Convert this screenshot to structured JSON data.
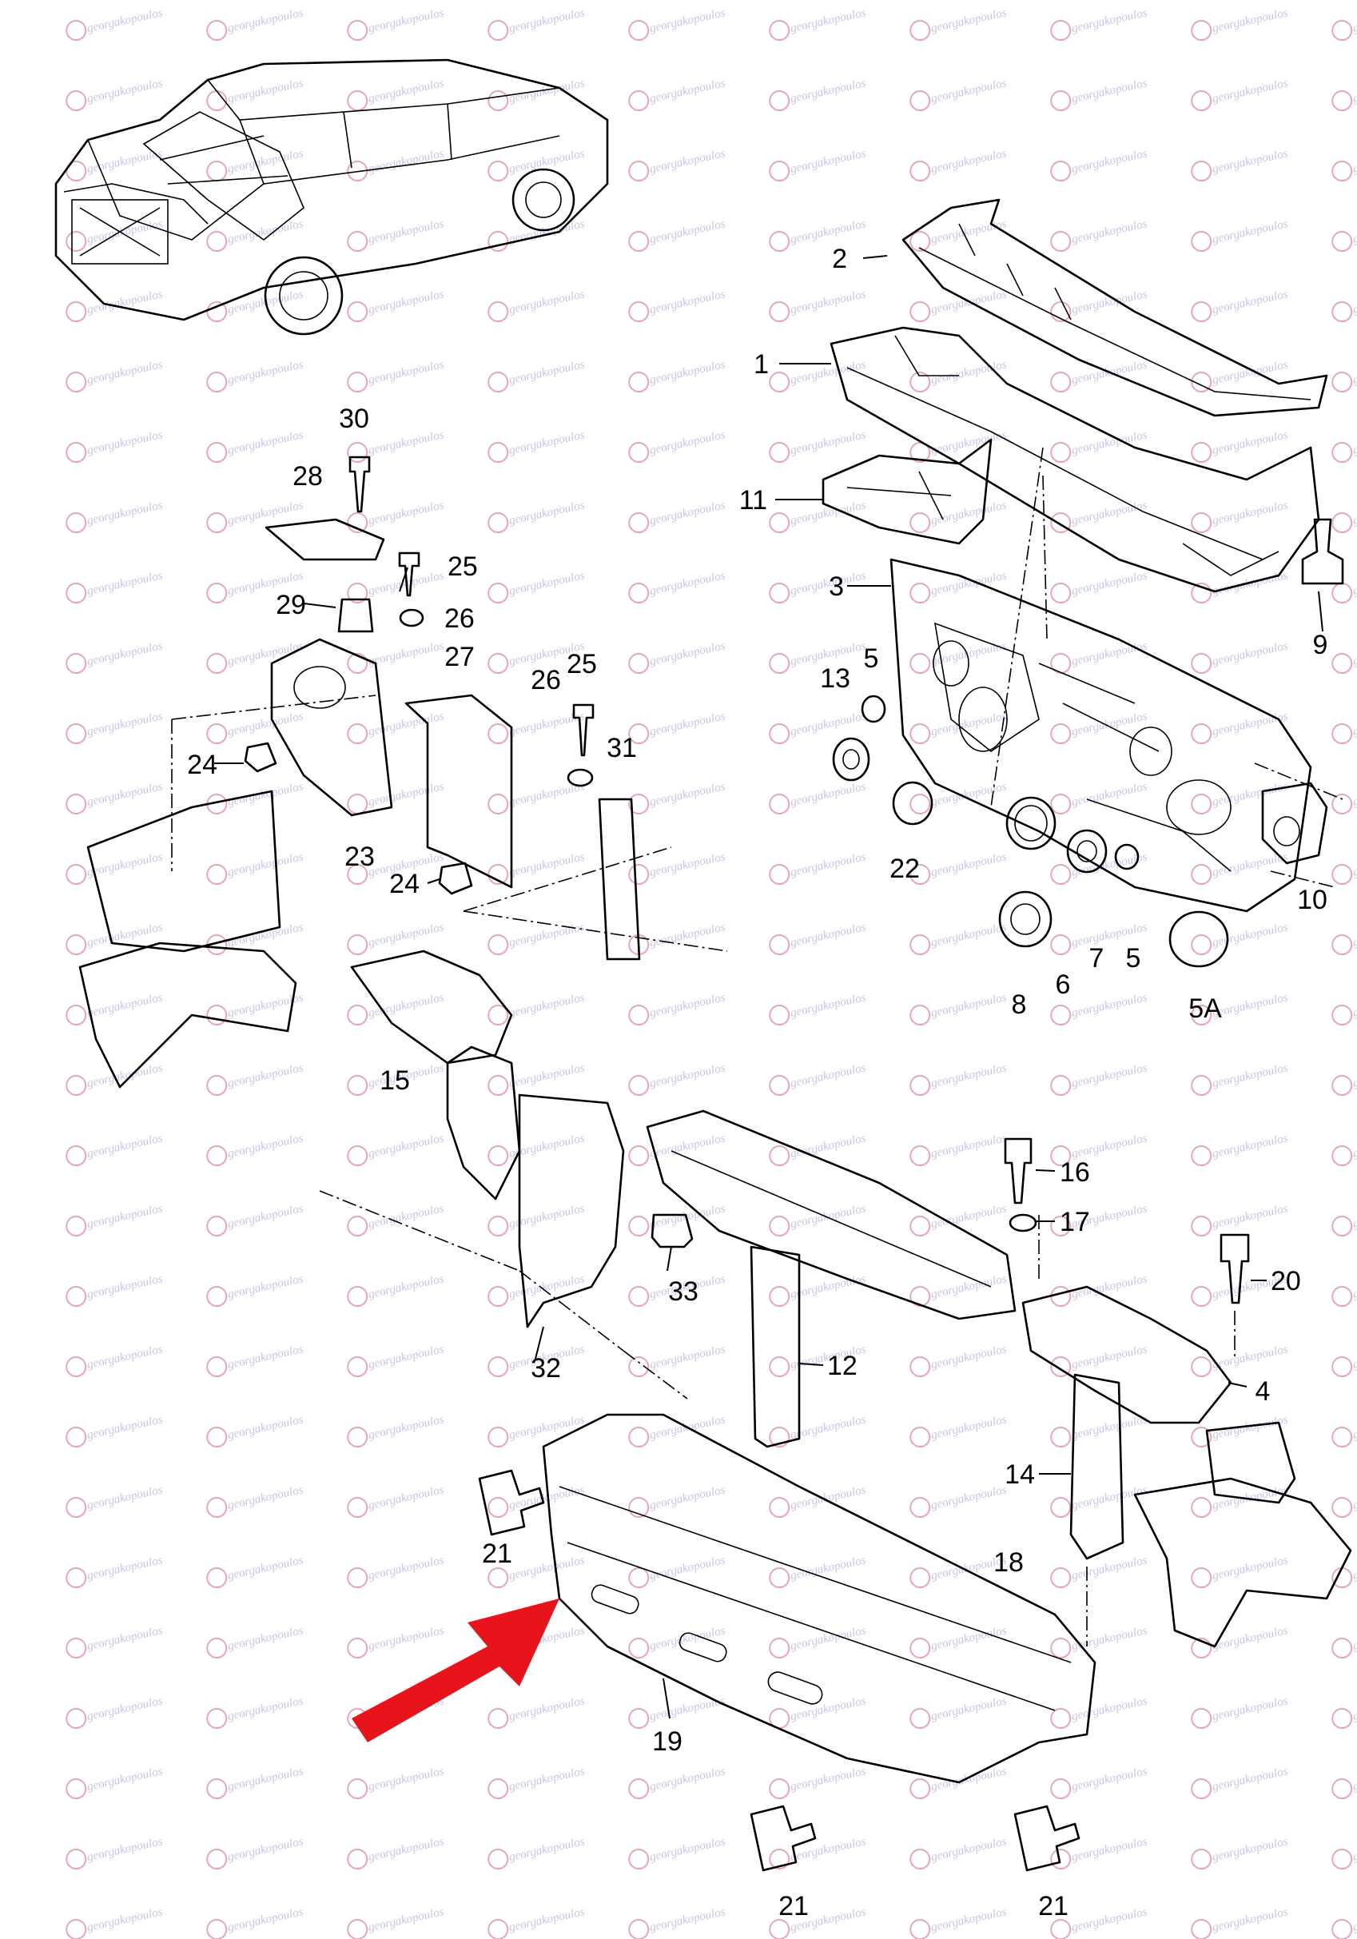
{
  "watermark": {
    "text": "georgakopoulos",
    "color": "#c9c2e8"
  },
  "callouts": [
    {
      "id": "c2",
      "label": "2"
    },
    {
      "id": "c1",
      "label": "1"
    },
    {
      "id": "c11",
      "label": "11"
    },
    {
      "id": "c3",
      "label": "3"
    },
    {
      "id": "c9",
      "label": "9"
    },
    {
      "id": "c13",
      "label": "13"
    },
    {
      "id": "c5a",
      "label": "5"
    },
    {
      "id": "c22",
      "label": "22"
    },
    {
      "id": "c8",
      "label": "8"
    },
    {
      "id": "c6",
      "label": "6"
    },
    {
      "id": "c7",
      "label": "7"
    },
    {
      "id": "c5b",
      "label": "5"
    },
    {
      "id": "c5A",
      "label": "5A"
    },
    {
      "id": "c10",
      "label": "10"
    },
    {
      "id": "c30",
      "label": "30"
    },
    {
      "id": "c28",
      "label": "28"
    },
    {
      "id": "c25a",
      "label": "25"
    },
    {
      "id": "c29",
      "label": "29"
    },
    {
      "id": "c26a",
      "label": "26"
    },
    {
      "id": "c27",
      "label": "27"
    },
    {
      "id": "c26b",
      "label": "26"
    },
    {
      "id": "c25b",
      "label": "25"
    },
    {
      "id": "c31",
      "label": "31"
    },
    {
      "id": "c24a",
      "label": "24"
    },
    {
      "id": "c23",
      "label": "23"
    },
    {
      "id": "c24b",
      "label": "24"
    },
    {
      "id": "c15",
      "label": "15"
    },
    {
      "id": "c16",
      "label": "16"
    },
    {
      "id": "c17",
      "label": "17"
    },
    {
      "id": "c20",
      "label": "20"
    },
    {
      "id": "c33",
      "label": "33"
    },
    {
      "id": "c32",
      "label": "32"
    },
    {
      "id": "c12",
      "label": "12"
    },
    {
      "id": "c4",
      "label": "4"
    },
    {
      "id": "c14",
      "label": "14"
    },
    {
      "id": "c18",
      "label": "18"
    },
    {
      "id": "c21a",
      "label": "21"
    },
    {
      "id": "c19",
      "label": "19"
    },
    {
      "id": "c21b",
      "label": "21"
    },
    {
      "id": "c21c",
      "label": "21"
    }
  ],
  "highlight": {
    "arrow_color": "#e8141c",
    "points_to": "19"
  }
}
